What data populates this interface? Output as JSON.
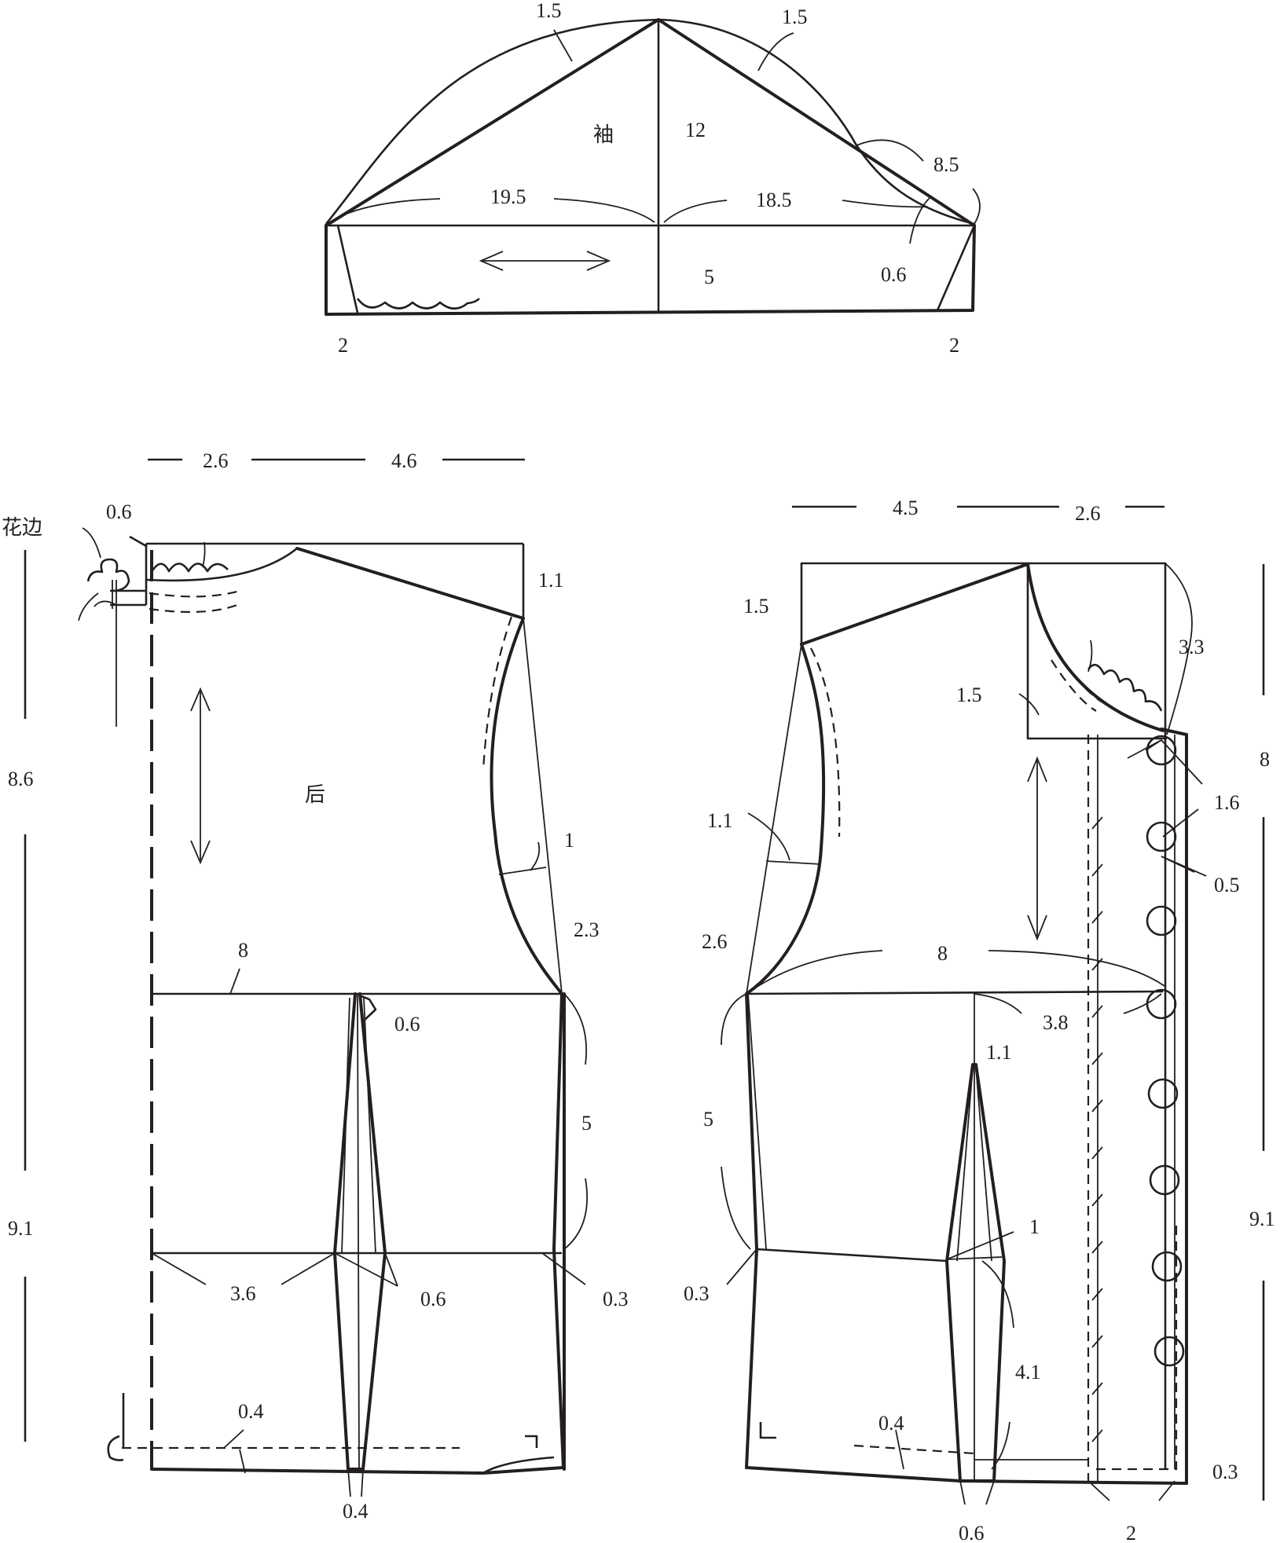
{
  "sleeve": {
    "label": "袖",
    "dim_cap_left": "1.5",
    "dim_cap_right": "1.5",
    "dim_cap_height": "12",
    "dim_front_bias": "8.5",
    "dim_back_sleeve_line": "19.5",
    "dim_front_sleeve_line": "18.5",
    "dim_front_offset": "0.6",
    "dim_band_height": "5",
    "dim_hem_left": "2",
    "dim_hem_right": "2"
  },
  "back": {
    "label": "后",
    "trim_label": "花边",
    "dim_top_left": "2.6",
    "dim_top_right": "4.6",
    "dim_neck_drop": "0.6",
    "dim_shoulder_drop": "1.1",
    "dim_upper_length": "8.6",
    "dim_lower_length": "9.1",
    "dim_armhole_angle": "1",
    "dim_armhole_side": "2.3",
    "dim_chest": "8",
    "dim_dart_top": "0.6",
    "dim_side_waist": "5",
    "dim_waist_left": "3.6",
    "dim_waist_dart": "0.6",
    "dim_side_inset": "0.3",
    "dim_hem_curve": "0.4",
    "dim_dart_bottom": "0.4"
  },
  "front": {
    "dim_top_left": "4.5",
    "dim_top_right": "2.6",
    "dim_shoulder_drop": "1.5",
    "dim_neck_width": "1.5",
    "dim_neck_depth": "3.3",
    "dim_upper_length": "8",
    "dim_button_size": "1.6",
    "dim_button_offset": "0.5",
    "dim_armhole": "1.1",
    "dim_armhole_low": "2.6",
    "dim_chest": "8",
    "dim_dart_offset": "3.8",
    "dim_dart_top": "1.1",
    "dim_side_waist": "5",
    "dim_side_inset": "0.3",
    "dim_waist_dart": "1",
    "dim_dart_length": "4.1",
    "dim_hem_curve": "0.4",
    "dim_lower_length": "9.1",
    "dim_placket_hem": "0.3",
    "dim_dart_bottom": "0.6",
    "dim_placket_width": "2"
  },
  "colors": {
    "line": "#231f20",
    "background": "#ffffff"
  }
}
